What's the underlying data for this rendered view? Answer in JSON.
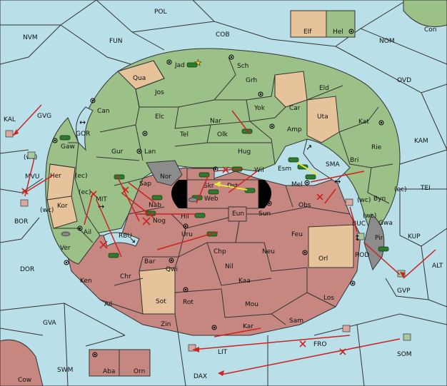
{
  "map": {
    "colors": {
      "sea": "#b9dfe9",
      "green_power": "#9cc188",
      "red_power": "#c5877f",
      "neutral": "#e7c39c",
      "impassable": "#8c8c8c",
      "black_hole": "#000000",
      "order_red": "#cc2222",
      "order_yellow": "#e8e83a"
    },
    "sea_labels": [
      "POL",
      "NVM",
      "FUN",
      "COB",
      "NOM",
      "Con",
      "OVD",
      "KAL",
      "GVG",
      "GOR",
      "MVU",
      "(wc)",
      "BOR",
      "MIT",
      "(ec)",
      "RBU",
      "DOR",
      "GVA",
      "SWM",
      "Cow",
      "Aba",
      "Orn",
      "DAX",
      "LIT",
      "FRO",
      "SOM",
      "GVP",
      "ALT",
      "KUP",
      "TEI",
      "KAM",
      "SMA",
      "BUC",
      "ROD",
      "Pir",
      "Gwa",
      "Byn",
      "(wc)",
      "(ec)",
      "Elf",
      "Hel"
    ],
    "green_labels": [
      "Jad",
      "Sch",
      "Qua",
      "Jos",
      "Grh",
      "Eld",
      "Can",
      "Elc",
      "Yok",
      "Car",
      "Nar",
      "Uta",
      "Tel",
      "Olk",
      "Amp",
      "Kat",
      "Gur",
      "Lan",
      "Hug",
      "Rie",
      "Bri",
      "Wil",
      "Esm",
      "Nor",
      "Sap",
      "Nab",
      "Gaw",
      "Her",
      "(ec)",
      "Kor",
      "(wc)",
      "Ail",
      "Ver",
      "Mel"
    ],
    "red_labels": [
      "Skr",
      "Dst",
      "Web",
      "Eun",
      "Hil",
      "Nog",
      "Sun",
      "Obs",
      "Uru",
      "Feu",
      "Bar",
      "Chp",
      "Neu",
      "Orl",
      "Qwi",
      "Nil",
      "Ken",
      "Chr",
      "Kaa",
      "Sot",
      "Rot",
      "Mou",
      "Los",
      "Ail",
      "Zin",
      "Kar",
      "Sam"
    ],
    "icons": [
      "supply-center-dot",
      "army-unit-icon",
      "fleet-unit-icon",
      "star-icon",
      "swap-arrow-icon"
    ]
  }
}
